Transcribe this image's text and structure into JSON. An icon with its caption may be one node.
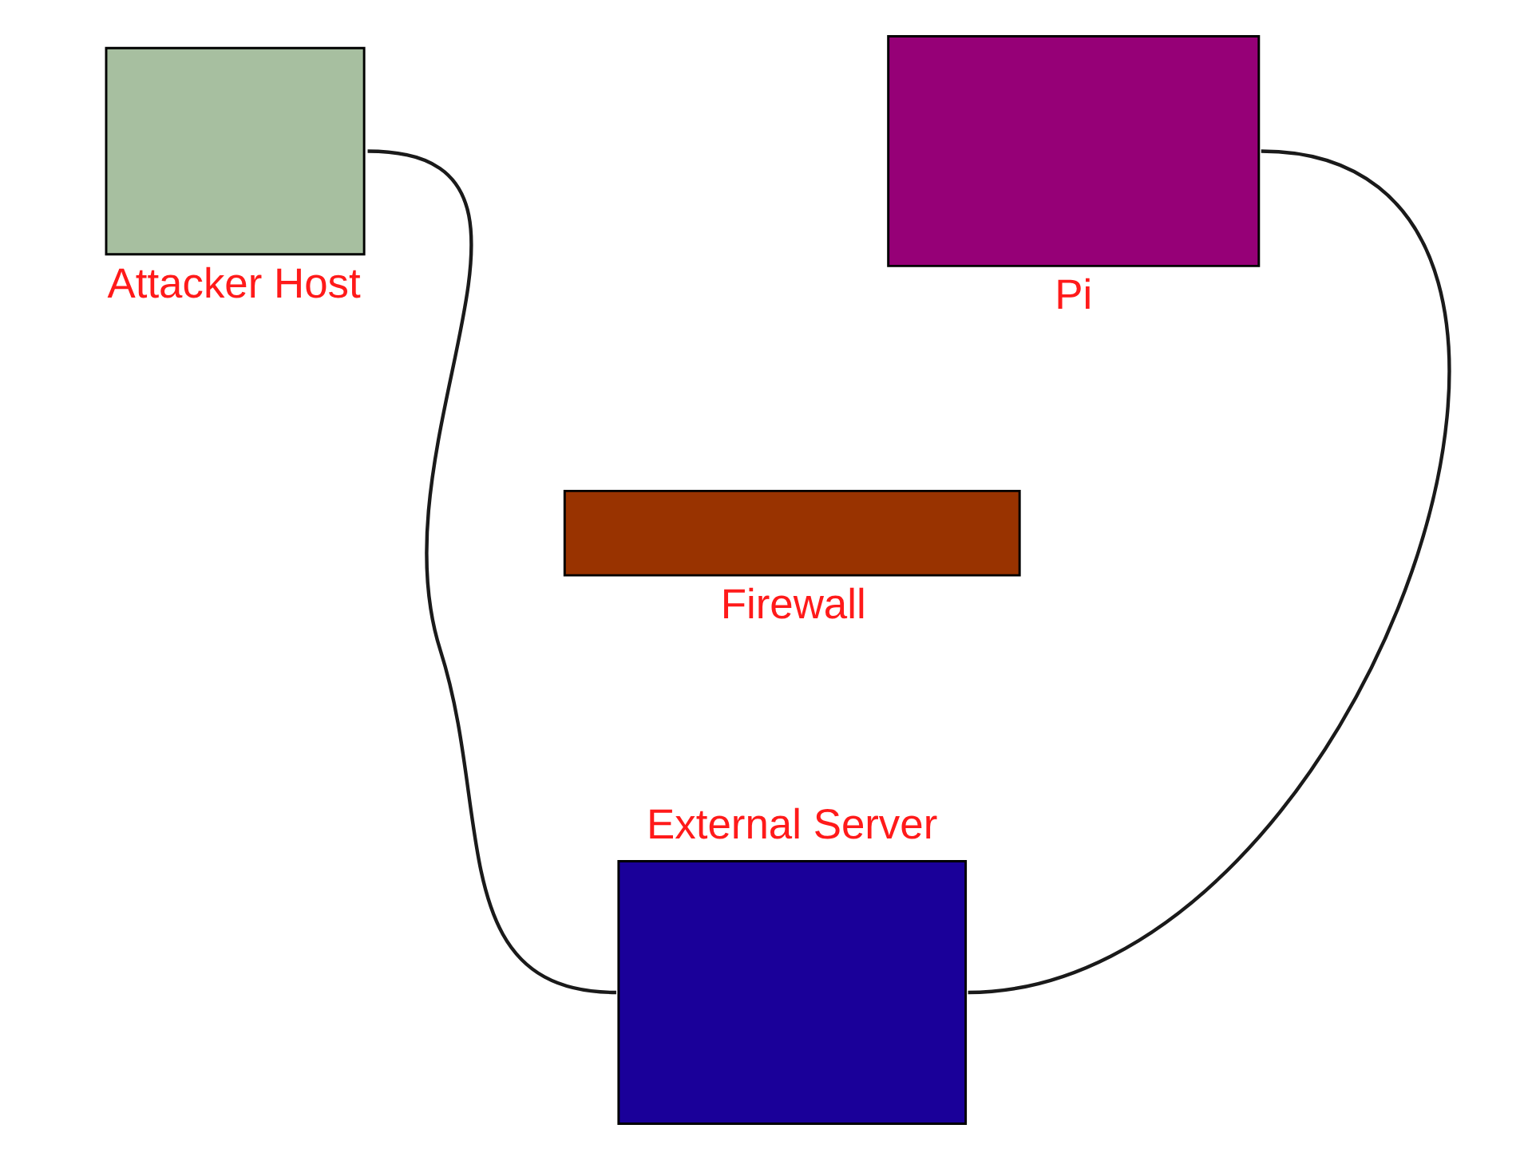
{
  "diagram": {
    "nodes": [
      {
        "text": [
          "Attacker Host"
        ]
      },
      {
        "text": [
          "Pi"
        ]
      },
      {
        "text": [
          "Firewall"
        ]
      },
      {
        "text": [
          "External Server"
        ]
      }
    ],
    "edges": [
      {
        "from": 0,
        "to": 3,
        "arrow": "none"
      },
      {
        "from": 1,
        "to": 3,
        "arrow": "none"
      }
    ]
  }
}
